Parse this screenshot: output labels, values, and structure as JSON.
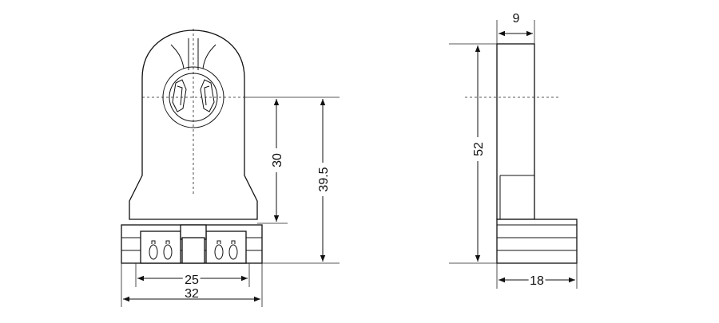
{
  "dimensions": {
    "front_height_30": "30",
    "front_height_39_5": "39.5",
    "front_width_25": "25",
    "front_width_32": "32",
    "side_thickness_9": "9",
    "side_height_52": "52",
    "side_base_18": "18"
  }
}
